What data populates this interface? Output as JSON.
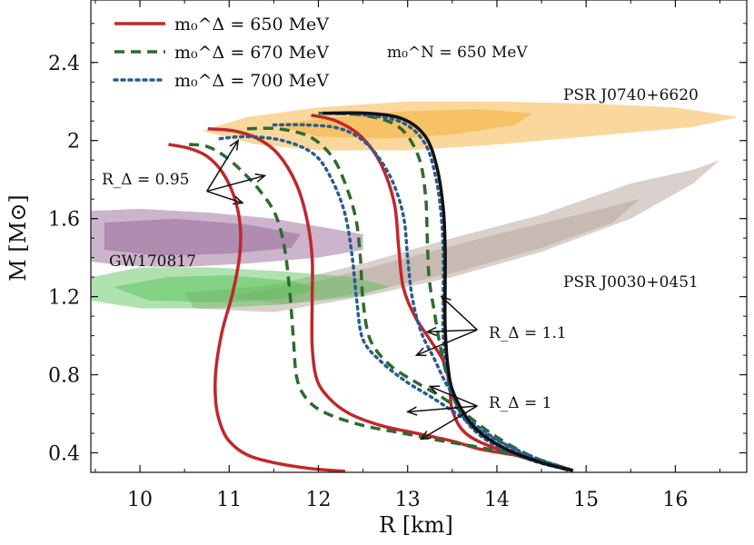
{
  "chart_data": {
    "type": "line",
    "xlabel": "R [km]",
    "ylabel": "M [M⊙]",
    "xlim": [
      9.45,
      16.8
    ],
    "ylim": [
      0.3,
      2.72
    ],
    "xticks": [
      10,
      11,
      12,
      13,
      14,
      15,
      16
    ],
    "yticks": [
      0.4,
      0.8,
      1.2,
      1.6,
      2.0,
      2.4
    ],
    "xtick_labels": [
      "10",
      "11",
      "12",
      "13",
      "14",
      "15",
      "16"
    ],
    "ytick_labels": [
      "0.4",
      "0.8",
      "1.2",
      "1.6",
      "2",
      "2.4"
    ],
    "grid": false,
    "legend_position": "top-left",
    "colors": {
      "red": "#c0272d",
      "green": "#2e6b2e",
      "blue": "#2a5d8f",
      "black": "#111111",
      "orange": "#f5a623",
      "purple": "#8e5a8e",
      "gw_green": "#4fbf4f",
      "grey": "#b6a39a"
    },
    "legend": [
      {
        "label": "m₀^Δ = 650 MeV",
        "color": "#c0272d",
        "style": "solid"
      },
      {
        "label": "m₀^Δ = 670 MeV",
        "color": "#2e6b2e",
        "style": "dashed"
      },
      {
        "label": "m₀^Δ = 700 MeV",
        "color": "#2a5d8f",
        "style": "dotted"
      }
    ],
    "annotation_mN": "m₀^N = 650 MeV",
    "region_labels": {
      "psr_j0740": "PSR J0740+6620",
      "psr_j0030": "PSR J0030+0451",
      "gw": "GW170817"
    },
    "annotation_labels": {
      "r095": "R_Δ = 0.95",
      "r11": "R_Δ = 1.1",
      "r1": "R_Δ = 1"
    },
    "regions": [
      {
        "name": "psr-j0740-outer",
        "color": "#f5a623",
        "opacity": 0.45,
        "points": [
          [
            10.7,
            2.05
          ],
          [
            11.2,
            2.12
          ],
          [
            12.0,
            2.17
          ],
          [
            13.0,
            2.2
          ],
          [
            14.0,
            2.2
          ],
          [
            15.0,
            2.19
          ],
          [
            16.0,
            2.17
          ],
          [
            16.7,
            2.12
          ],
          [
            16.2,
            2.07
          ],
          [
            15.0,
            2.02
          ],
          [
            14.0,
            1.98
          ],
          [
            13.0,
            1.95
          ],
          [
            12.0,
            1.95
          ],
          [
            11.3,
            1.98
          ]
        ]
      },
      {
        "name": "psr-j0740-inner",
        "color": "#f5a623",
        "opacity": 0.45,
        "points": [
          [
            11.5,
            2.08
          ],
          [
            12.2,
            2.12
          ],
          [
            13.0,
            2.15
          ],
          [
            13.8,
            2.16
          ],
          [
            14.4,
            2.14
          ],
          [
            14.2,
            2.08
          ],
          [
            13.5,
            2.03
          ],
          [
            12.8,
            2.01
          ],
          [
            12.0,
            2.02
          ]
        ]
      },
      {
        "name": "psr-j0030-outer",
        "color": "#b6a39a",
        "opacity": 0.5,
        "points": [
          [
            10.5,
            1.22
          ],
          [
            11.5,
            1.26
          ],
          [
            12.5,
            1.37
          ],
          [
            13.5,
            1.5
          ],
          [
            14.5,
            1.62
          ],
          [
            15.5,
            1.78
          ],
          [
            16.2,
            1.85
          ],
          [
            16.5,
            1.9
          ],
          [
            16.2,
            1.78
          ],
          [
            15.5,
            1.6
          ],
          [
            14.5,
            1.43
          ],
          [
            13.5,
            1.3
          ],
          [
            12.5,
            1.2
          ],
          [
            11.5,
            1.12
          ],
          [
            10.6,
            1.14
          ]
        ]
      },
      {
        "name": "psr-j0030-inner",
        "color": "#b6a39a",
        "opacity": 0.5,
        "points": [
          [
            11.0,
            1.2
          ],
          [
            12.0,
            1.28
          ],
          [
            13.0,
            1.4
          ],
          [
            14.0,
            1.52
          ],
          [
            15.0,
            1.63
          ],
          [
            15.6,
            1.7
          ],
          [
            15.3,
            1.58
          ],
          [
            14.5,
            1.45
          ],
          [
            13.5,
            1.32
          ],
          [
            12.5,
            1.22
          ],
          [
            11.6,
            1.16
          ]
        ]
      },
      {
        "name": "gw170817-purple-outer",
        "color": "#8e5a8e",
        "opacity": 0.45,
        "points": [
          [
            9.45,
            1.64
          ],
          [
            10.0,
            1.65
          ],
          [
            10.8,
            1.63
          ],
          [
            11.5,
            1.6
          ],
          [
            12.0,
            1.56
          ],
          [
            12.5,
            1.52
          ],
          [
            12.5,
            1.44
          ],
          [
            12.0,
            1.4
          ],
          [
            11.2,
            1.37
          ],
          [
            10.4,
            1.35
          ],
          [
            9.8,
            1.36
          ],
          [
            9.45,
            1.38
          ]
        ]
      },
      {
        "name": "gw170817-purple-inner",
        "color": "#8e5a8e",
        "opacity": 0.45,
        "points": [
          [
            9.6,
            1.58
          ],
          [
            10.4,
            1.6
          ],
          [
            11.2,
            1.57
          ],
          [
            11.8,
            1.52
          ],
          [
            11.7,
            1.45
          ],
          [
            11.0,
            1.42
          ],
          [
            10.2,
            1.41
          ],
          [
            9.6,
            1.44
          ]
        ]
      },
      {
        "name": "gw170817-green-outer",
        "color": "#4fbf4f",
        "opacity": 0.45,
        "points": [
          [
            9.45,
            1.3
          ],
          [
            10.0,
            1.35
          ],
          [
            10.8,
            1.35
          ],
          [
            11.6,
            1.33
          ],
          [
            12.4,
            1.3
          ],
          [
            12.8,
            1.25
          ],
          [
            12.4,
            1.2
          ],
          [
            11.6,
            1.16
          ],
          [
            10.8,
            1.14
          ],
          [
            10.0,
            1.14
          ],
          [
            9.45,
            1.18
          ]
        ]
      },
      {
        "name": "gw170817-green-inner",
        "color": "#4fbf4f",
        "opacity": 0.45,
        "points": [
          [
            9.7,
            1.25
          ],
          [
            10.3,
            1.3
          ],
          [
            11.0,
            1.31
          ],
          [
            11.7,
            1.28
          ],
          [
            12.0,
            1.24
          ],
          [
            11.6,
            1.19
          ],
          [
            10.9,
            1.17
          ],
          [
            10.1,
            1.18
          ]
        ]
      }
    ],
    "series": [
      {
        "name": "",
        "color": "#c0272d",
        "style": "solid",
        "points": [
          [
            10.32,
            1.98
          ],
          [
            10.55,
            1.96
          ],
          [
            10.75,
            1.92
          ],
          [
            10.92,
            1.84
          ],
          [
            11.05,
            1.72
          ],
          [
            11.12,
            1.58
          ],
          [
            11.12,
            1.42
          ],
          [
            11.04,
            1.22
          ],
          [
            10.92,
            1.02
          ],
          [
            10.85,
            0.82
          ],
          [
            10.85,
            0.66
          ],
          [
            10.9,
            0.55
          ],
          [
            11.0,
            0.46
          ],
          [
            11.2,
            0.39
          ],
          [
            11.5,
            0.35
          ],
          [
            11.9,
            0.32
          ],
          [
            12.3,
            0.305
          ]
        ]
      },
      {
        "name": "",
        "color": "#c0272d",
        "style": "solid",
        "points": [
          [
            10.76,
            2.06
          ],
          [
            11.05,
            2.05
          ],
          [
            11.32,
            2.01
          ],
          [
            11.55,
            1.93
          ],
          [
            11.75,
            1.78
          ],
          [
            11.87,
            1.6
          ],
          [
            11.93,
            1.4
          ],
          [
            11.93,
            1.18
          ],
          [
            11.93,
            0.95
          ],
          [
            11.98,
            0.78
          ],
          [
            12.12,
            0.68
          ],
          [
            12.35,
            0.6
          ],
          [
            12.7,
            0.54
          ],
          [
            13.1,
            0.5
          ],
          [
            13.5,
            0.46
          ],
          [
            13.8,
            0.42
          ],
          [
            14.05,
            0.4
          ],
          [
            14.4,
            0.37
          ],
          [
            14.8,
            0.31
          ]
        ]
      },
      {
        "name": "",
        "color": "#c0272d",
        "style": "solid",
        "points": [
          [
            11.92,
            2.13
          ],
          [
            12.2,
            2.1
          ],
          [
            12.48,
            2.02
          ],
          [
            12.7,
            1.88
          ],
          [
            12.85,
            1.68
          ],
          [
            12.9,
            1.45
          ],
          [
            12.95,
            1.25
          ],
          [
            13.08,
            1.1
          ],
          [
            13.25,
            0.98
          ],
          [
            13.4,
            0.87
          ],
          [
            13.47,
            0.75
          ],
          [
            13.5,
            0.62
          ],
          [
            13.65,
            0.5
          ],
          [
            14.0,
            0.42
          ],
          [
            14.5,
            0.35
          ],
          [
            14.85,
            0.31
          ]
        ]
      },
      {
        "name": "",
        "color": "#2e6b2e",
        "style": "dashed",
        "points": [
          [
            10.55,
            1.98
          ],
          [
            10.75,
            1.97
          ],
          [
            10.95,
            1.92
          ],
          [
            11.15,
            1.84
          ],
          [
            11.35,
            1.74
          ],
          [
            11.52,
            1.62
          ],
          [
            11.62,
            1.45
          ],
          [
            11.68,
            1.22
          ],
          [
            11.72,
            0.98
          ],
          [
            11.76,
            0.78
          ],
          [
            11.88,
            0.67
          ],
          [
            12.1,
            0.6
          ],
          [
            12.5,
            0.54
          ],
          [
            12.95,
            0.5
          ],
          [
            13.4,
            0.46
          ],
          [
            13.9,
            0.42
          ],
          [
            14.4,
            0.37
          ],
          [
            14.85,
            0.31
          ]
        ]
      },
      {
        "name": "",
        "color": "#2e6b2e",
        "style": "dashed",
        "points": [
          [
            11.2,
            2.06
          ],
          [
            11.55,
            2.06
          ],
          [
            11.9,
            2.02
          ],
          [
            12.15,
            1.92
          ],
          [
            12.3,
            1.78
          ],
          [
            12.42,
            1.6
          ],
          [
            12.47,
            1.4
          ],
          [
            12.5,
            1.18
          ],
          [
            12.58,
            0.98
          ],
          [
            12.8,
            0.85
          ],
          [
            13.1,
            0.76
          ],
          [
            13.4,
            0.68
          ],
          [
            13.7,
            0.58
          ],
          [
            14.0,
            0.48
          ],
          [
            14.4,
            0.38
          ],
          [
            14.85,
            0.31
          ]
        ]
      },
      {
        "name": "",
        "color": "#2e6b2e",
        "style": "dashed",
        "points": [
          [
            12.0,
            2.14
          ],
          [
            12.5,
            2.13
          ],
          [
            12.9,
            2.07
          ],
          [
            13.12,
            1.92
          ],
          [
            13.2,
            1.72
          ],
          [
            13.22,
            1.5
          ],
          [
            13.24,
            1.3
          ],
          [
            13.3,
            1.12
          ],
          [
            13.36,
            0.96
          ],
          [
            13.45,
            0.78
          ],
          [
            13.6,
            0.6
          ],
          [
            13.9,
            0.47
          ],
          [
            14.35,
            0.37
          ],
          [
            14.85,
            0.31
          ]
        ]
      },
      {
        "name": "",
        "color": "#2a5d8f",
        "style": "dotted",
        "points": [
          [
            10.9,
            2.01
          ],
          [
            11.2,
            2.02
          ],
          [
            11.6,
            2.0
          ],
          [
            11.95,
            1.93
          ],
          [
            12.15,
            1.8
          ],
          [
            12.3,
            1.62
          ],
          [
            12.38,
            1.4
          ],
          [
            12.43,
            1.18
          ],
          [
            12.5,
            0.98
          ],
          [
            12.72,
            0.86
          ],
          [
            13.0,
            0.76
          ],
          [
            13.25,
            0.69
          ],
          [
            13.55,
            0.6
          ],
          [
            13.9,
            0.49
          ],
          [
            14.4,
            0.38
          ],
          [
            14.85,
            0.31
          ]
        ]
      },
      {
        "name": "",
        "color": "#2a5d8f",
        "style": "dotted",
        "points": [
          [
            11.5,
            2.08
          ],
          [
            11.85,
            2.08
          ],
          [
            12.25,
            2.06
          ],
          [
            12.55,
            1.98
          ],
          [
            12.8,
            1.82
          ],
          [
            12.95,
            1.62
          ],
          [
            13.0,
            1.4
          ],
          [
            13.05,
            1.2
          ],
          [
            13.15,
            1.02
          ],
          [
            13.3,
            0.88
          ],
          [
            13.45,
            0.74
          ],
          [
            13.7,
            0.57
          ],
          [
            14.1,
            0.44
          ],
          [
            14.5,
            0.35
          ],
          [
            14.85,
            0.31
          ]
        ]
      },
      {
        "name": "",
        "color": "#2a5d8f",
        "style": "dotted",
        "points": [
          [
            12.05,
            2.14
          ],
          [
            12.55,
            2.13
          ],
          [
            12.95,
            2.09
          ],
          [
            13.2,
            1.98
          ],
          [
            13.32,
            1.8
          ],
          [
            13.38,
            1.6
          ],
          [
            13.4,
            1.4
          ],
          [
            13.4,
            1.2
          ],
          [
            13.4,
            1.0
          ],
          [
            13.45,
            0.8
          ],
          [
            13.6,
            0.6
          ],
          [
            13.9,
            0.46
          ],
          [
            14.4,
            0.36
          ],
          [
            14.85,
            0.31
          ]
        ]
      },
      {
        "name": "",
        "color": "#111111",
        "style": "solid",
        "points": [
          [
            12.05,
            2.14
          ],
          [
            12.55,
            2.14
          ],
          [
            12.95,
            2.11
          ],
          [
            13.2,
            2.02
          ],
          [
            13.33,
            1.86
          ],
          [
            13.4,
            1.65
          ],
          [
            13.42,
            1.45
          ],
          [
            13.42,
            1.25
          ],
          [
            13.42,
            1.05
          ],
          [
            13.45,
            0.85
          ],
          [
            13.52,
            0.7
          ],
          [
            13.75,
            0.53
          ],
          [
            14.1,
            0.42
          ],
          [
            14.5,
            0.35
          ],
          [
            14.85,
            0.31
          ]
        ]
      }
    ],
    "arrows": [
      {
        "from": [
          10.75,
          1.74
        ],
        "to": [
          11.1,
          2.0
        ]
      },
      {
        "from": [
          10.75,
          1.74
        ],
        "to": [
          11.4,
          1.82
        ]
      },
      {
        "from": [
          10.75,
          1.74
        ],
        "to": [
          11.15,
          1.68
        ]
      },
      {
        "from": [
          13.78,
          1.03
        ],
        "to": [
          13.38,
          1.2
        ]
      },
      {
        "from": [
          13.78,
          1.03
        ],
        "to": [
          13.22,
          1.02
        ]
      },
      {
        "from": [
          13.78,
          1.03
        ],
        "to": [
          13.1,
          0.9
        ]
      },
      {
        "from": [
          13.78,
          0.64
        ],
        "to": [
          13.25,
          0.74
        ]
      },
      {
        "from": [
          13.78,
          0.64
        ],
        "to": [
          13.0,
          0.61
        ]
      },
      {
        "from": [
          13.78,
          0.64
        ],
        "to": [
          13.15,
          0.47
        ]
      }
    ]
  }
}
